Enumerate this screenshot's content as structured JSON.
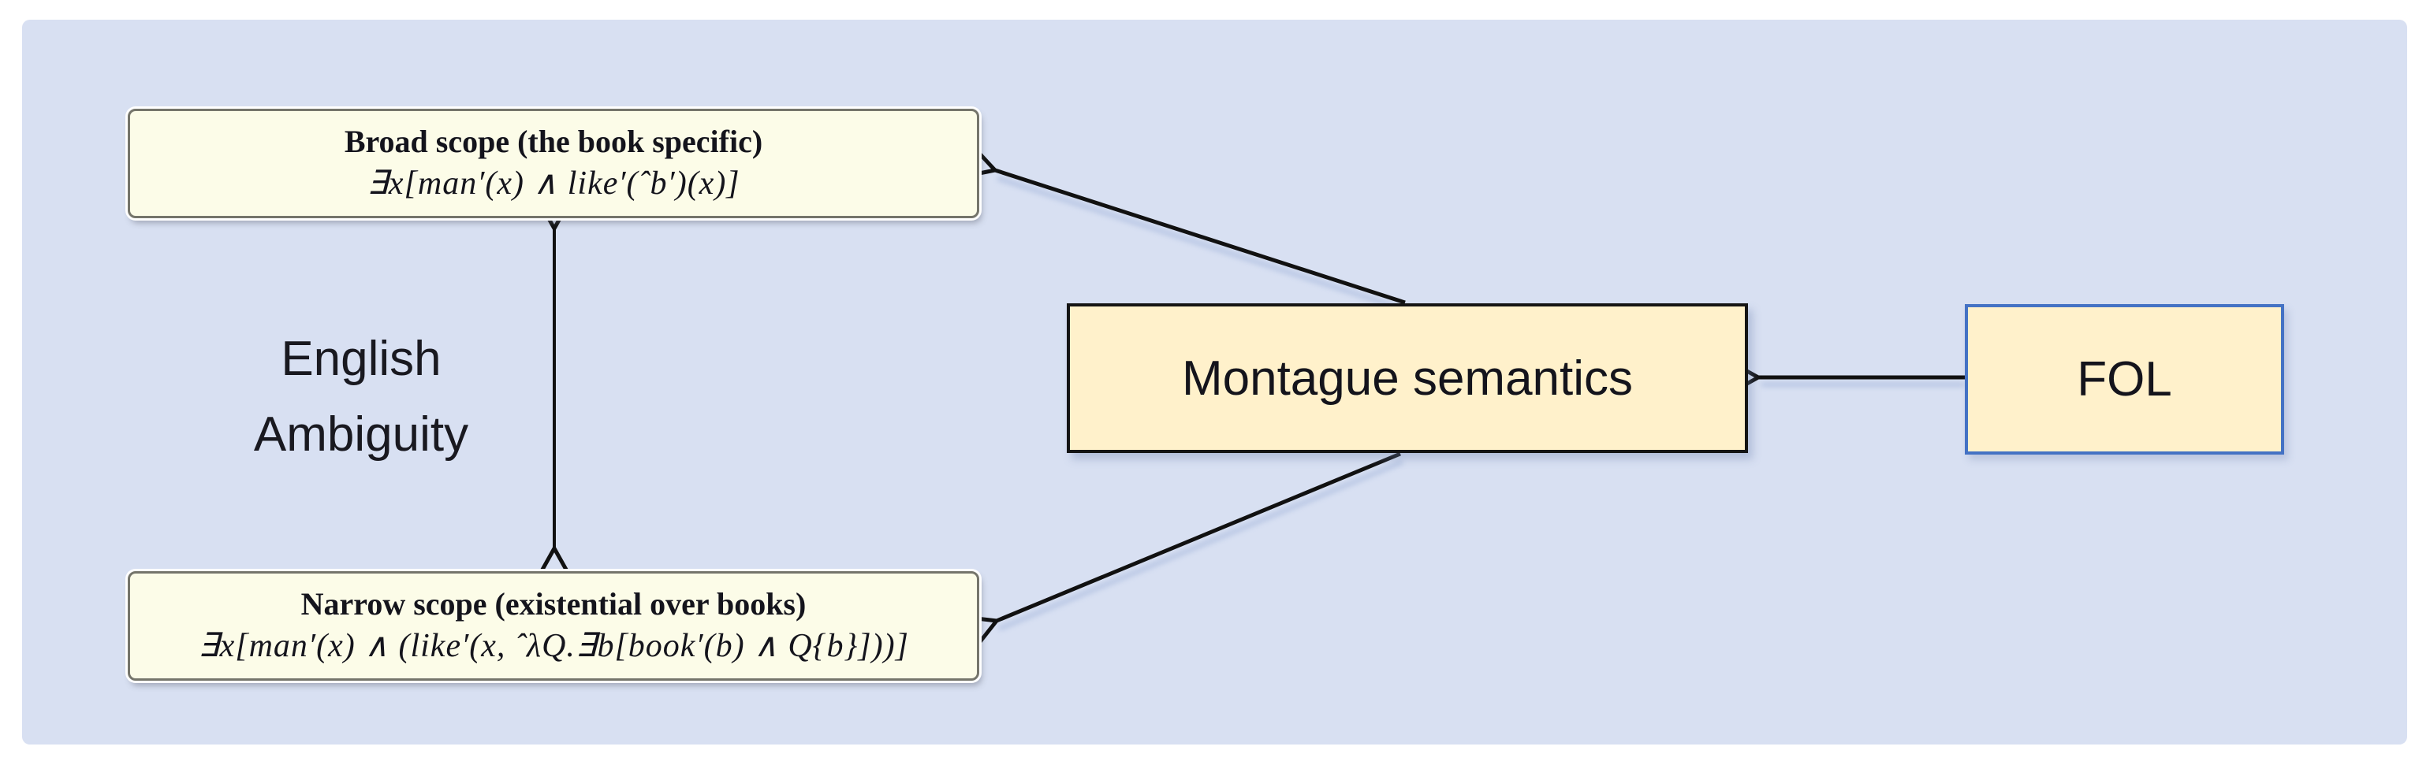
{
  "boxes": {
    "broad": {
      "title": "Broad scope (the book specific)",
      "formula": "∃x[man′(x) ∧ like′(ˆb′)(x)]"
    },
    "narrow": {
      "title": "Narrow scope (existential over books)",
      "formula": "∃x[man′(x) ∧ (like′(x, ˆλQ.∃b[book′(b) ∧ Q{b}]))]"
    },
    "montague": {
      "label": "Montague semantics"
    },
    "fol": {
      "label": "FOL"
    }
  },
  "labels": {
    "ambiguity_line1": "English",
    "ambiguity_line2": "Ambiguity"
  },
  "arrows": [
    {
      "name": "english-ambiguity-double-arrow",
      "from": "broad-scope-box",
      "to": "narrow-scope-box",
      "style": "double-headed vertical"
    },
    {
      "name": "montague-to-broad-arrow",
      "from": "montague-box",
      "to": "broad-scope-box",
      "style": "single-headed diagonal"
    },
    {
      "name": "montague-to-narrow-arrow",
      "from": "montague-box",
      "to": "narrow-scope-box",
      "style": "single-headed diagonal"
    },
    {
      "name": "fol-to-montague-arrow",
      "from": "fol-box",
      "to": "montague-box",
      "style": "single-headed horizontal"
    }
  ],
  "colors": {
    "page_bg": "#ffffff",
    "panel_bg": "#d8e0f2",
    "scope_box_fill": "#fcfce8",
    "scope_box_border": "#75756b",
    "center_box_fill": "#fff1cb",
    "montague_border": "#141414",
    "fol_border": "#4472c4",
    "arrow": "#111111"
  }
}
